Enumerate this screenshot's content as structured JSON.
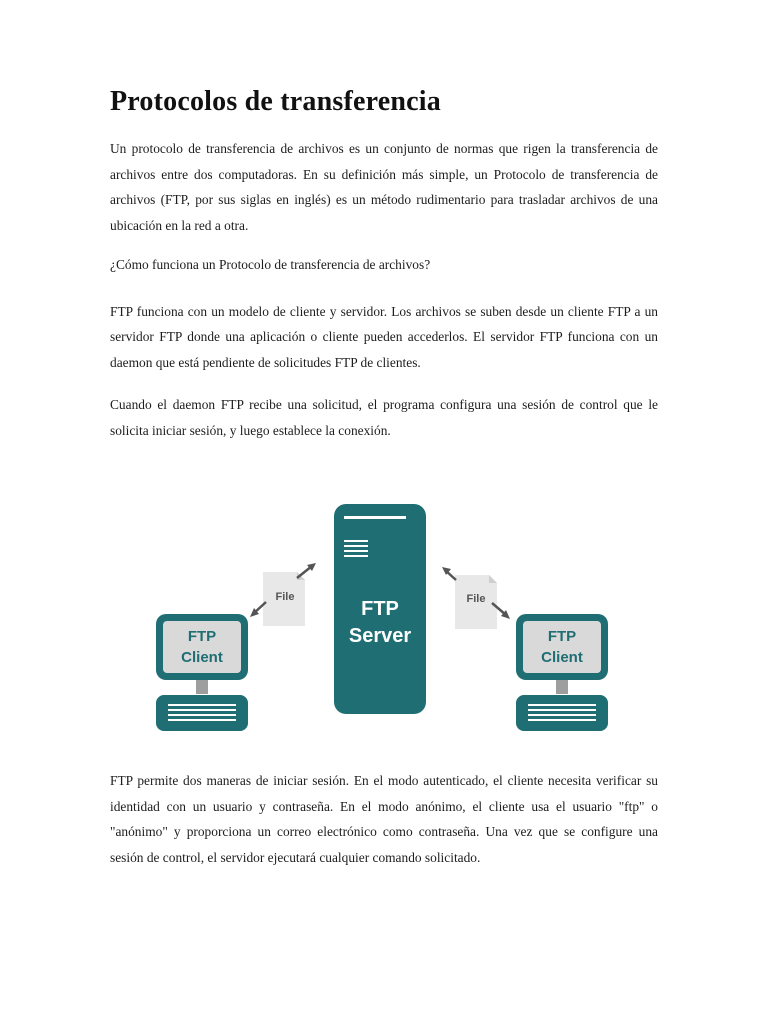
{
  "document": {
    "title": "Protocolos de transferencia",
    "paragraphs": [
      "Un protocolo de transferencia de archivos es un conjunto de normas que rigen la transferencia de archivos entre dos computadoras. En su definición más simple, un Protocolo de transferencia de archivos (FTP, por sus siglas en inglés) es un método rudimentario para trasladar archivos de una ubicación en la red a otra.",
      "¿Cómo funciona un Protocolo de transferencia de archivos?",
      "FTP funciona con un modelo de cliente y servidor. Los archivos se suben desde un cliente FTP a un servidor FTP donde una aplicación o cliente pueden accederlos. El servidor FTP funciona con un daemon que está pendiente de solicitudes FTP de clientes.",
      "Cuando el daemon FTP recibe una solicitud, el programa configura una sesión de control que le solicita iniciar sesión, y luego establece la conexión.",
      "FTP permite dos maneras de iniciar sesión. En el modo autenticado, el cliente necesita verificar su identidad con un usuario y contraseña. En el modo anónimo, el cliente usa el usuario \"ftp\" o \"anónimo\" y proporciona un correo electrónico como contraseña. Una vez que se configure una sesión de control, el servidor ejecutará cualquier comando solicitado."
    ]
  },
  "diagram": {
    "server": {
      "line1": "FTP",
      "line2": "Server"
    },
    "client_left": {
      "line1": "FTP",
      "line2": "Client"
    },
    "client_right": {
      "line1": "FTP",
      "line2": "Client"
    },
    "file_left": "File",
    "file_right": "File",
    "colors": {
      "teal": "#1e6e73",
      "file_bg": "#e8e8e8",
      "arrow": "#555555"
    }
  }
}
